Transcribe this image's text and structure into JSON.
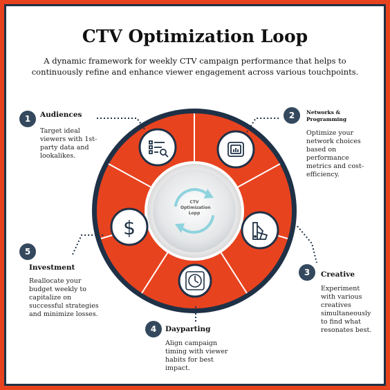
{
  "title": "CTV Optimization Loop",
  "subtitle": "A dynamic framework for weekly CTV campaign performance that helps to continuously refine and enhance viewer engagement across various touchpoints.",
  "center": {
    "line1": "CTV",
    "line2": "Optimization",
    "line3": "Lopp"
  },
  "colors": {
    "accent": "#e8431f",
    "navy": "#1f3146",
    "badge": "#34495e"
  },
  "steps": [
    {
      "num": "1",
      "title": "Audiences",
      "desc_lines": [
        "Target ideal",
        "viewers with 1st-",
        "party data and",
        "lookalikes."
      ],
      "icon": "audience-list-search-icon"
    },
    {
      "num": "2",
      "title_lines": [
        "Networks &",
        "Programming"
      ],
      "desc_lines": [
        "Optimize your",
        "network choices",
        "based on",
        "performance",
        "metrics and cost-",
        "efficiency."
      ],
      "icon": "network-router-icon"
    },
    {
      "num": "3",
      "title": "Creative",
      "desc_lines": [
        "Experiment",
        "with various",
        "creatives",
        "simultaneously",
        "to find what",
        "resonates best."
      ],
      "icon": "color-swatch-icon"
    },
    {
      "num": "4",
      "title": "Dayparting",
      "desc_lines": [
        "Align campaign",
        "timing with viewer",
        "habits for best",
        "impact."
      ],
      "icon": "clock-icon"
    },
    {
      "num": "5",
      "title": "Investment",
      "desc_lines": [
        "Reallocate your",
        "budget weekly to",
        "capitalize on",
        "successful strategies",
        "and minimize losses."
      ],
      "icon": "dollar-icon"
    }
  ]
}
